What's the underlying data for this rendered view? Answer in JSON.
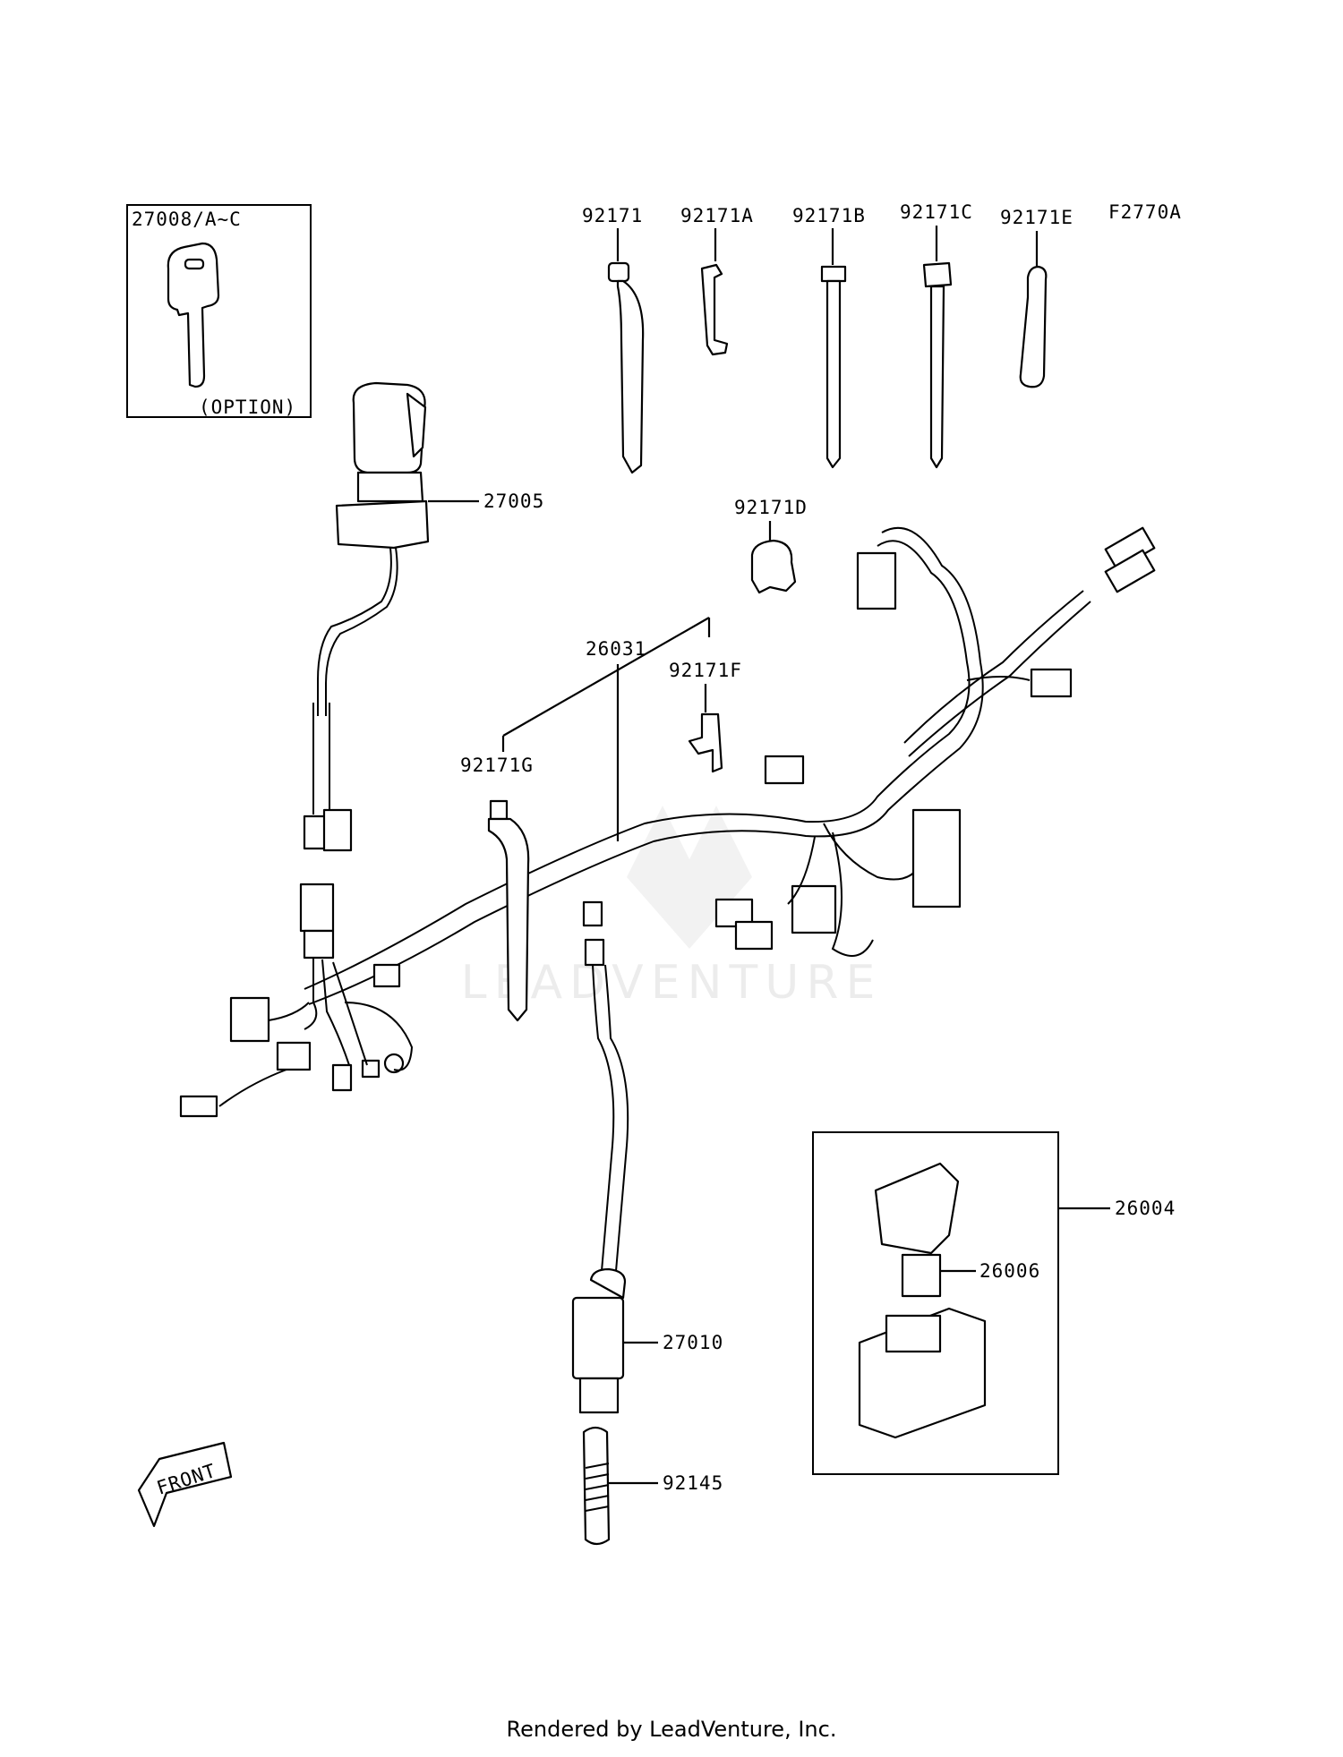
{
  "figure_code": "F2770A",
  "callouts": {
    "key": "27008/A~C",
    "key_option": "(OPTION)",
    "ignition_switch": "27005",
    "clamp_92171": "92171",
    "clamp_92171a": "92171A",
    "clamp_92171b": "92171B",
    "clamp_92171c": "92171C",
    "clamp_92171e": "92171E",
    "clamp_92171d": "92171D",
    "clamp_92171f": "92171F",
    "clamp_92171g": "92171G",
    "main_harness": "26031",
    "relay_assy": "26004",
    "fuse": "26006",
    "neutral_switch": "27010",
    "spring": "92145"
  },
  "front_arrow": "FRONT",
  "watermark": "LEADVENTURE",
  "footer": "Rendered by LeadVenture, Inc."
}
